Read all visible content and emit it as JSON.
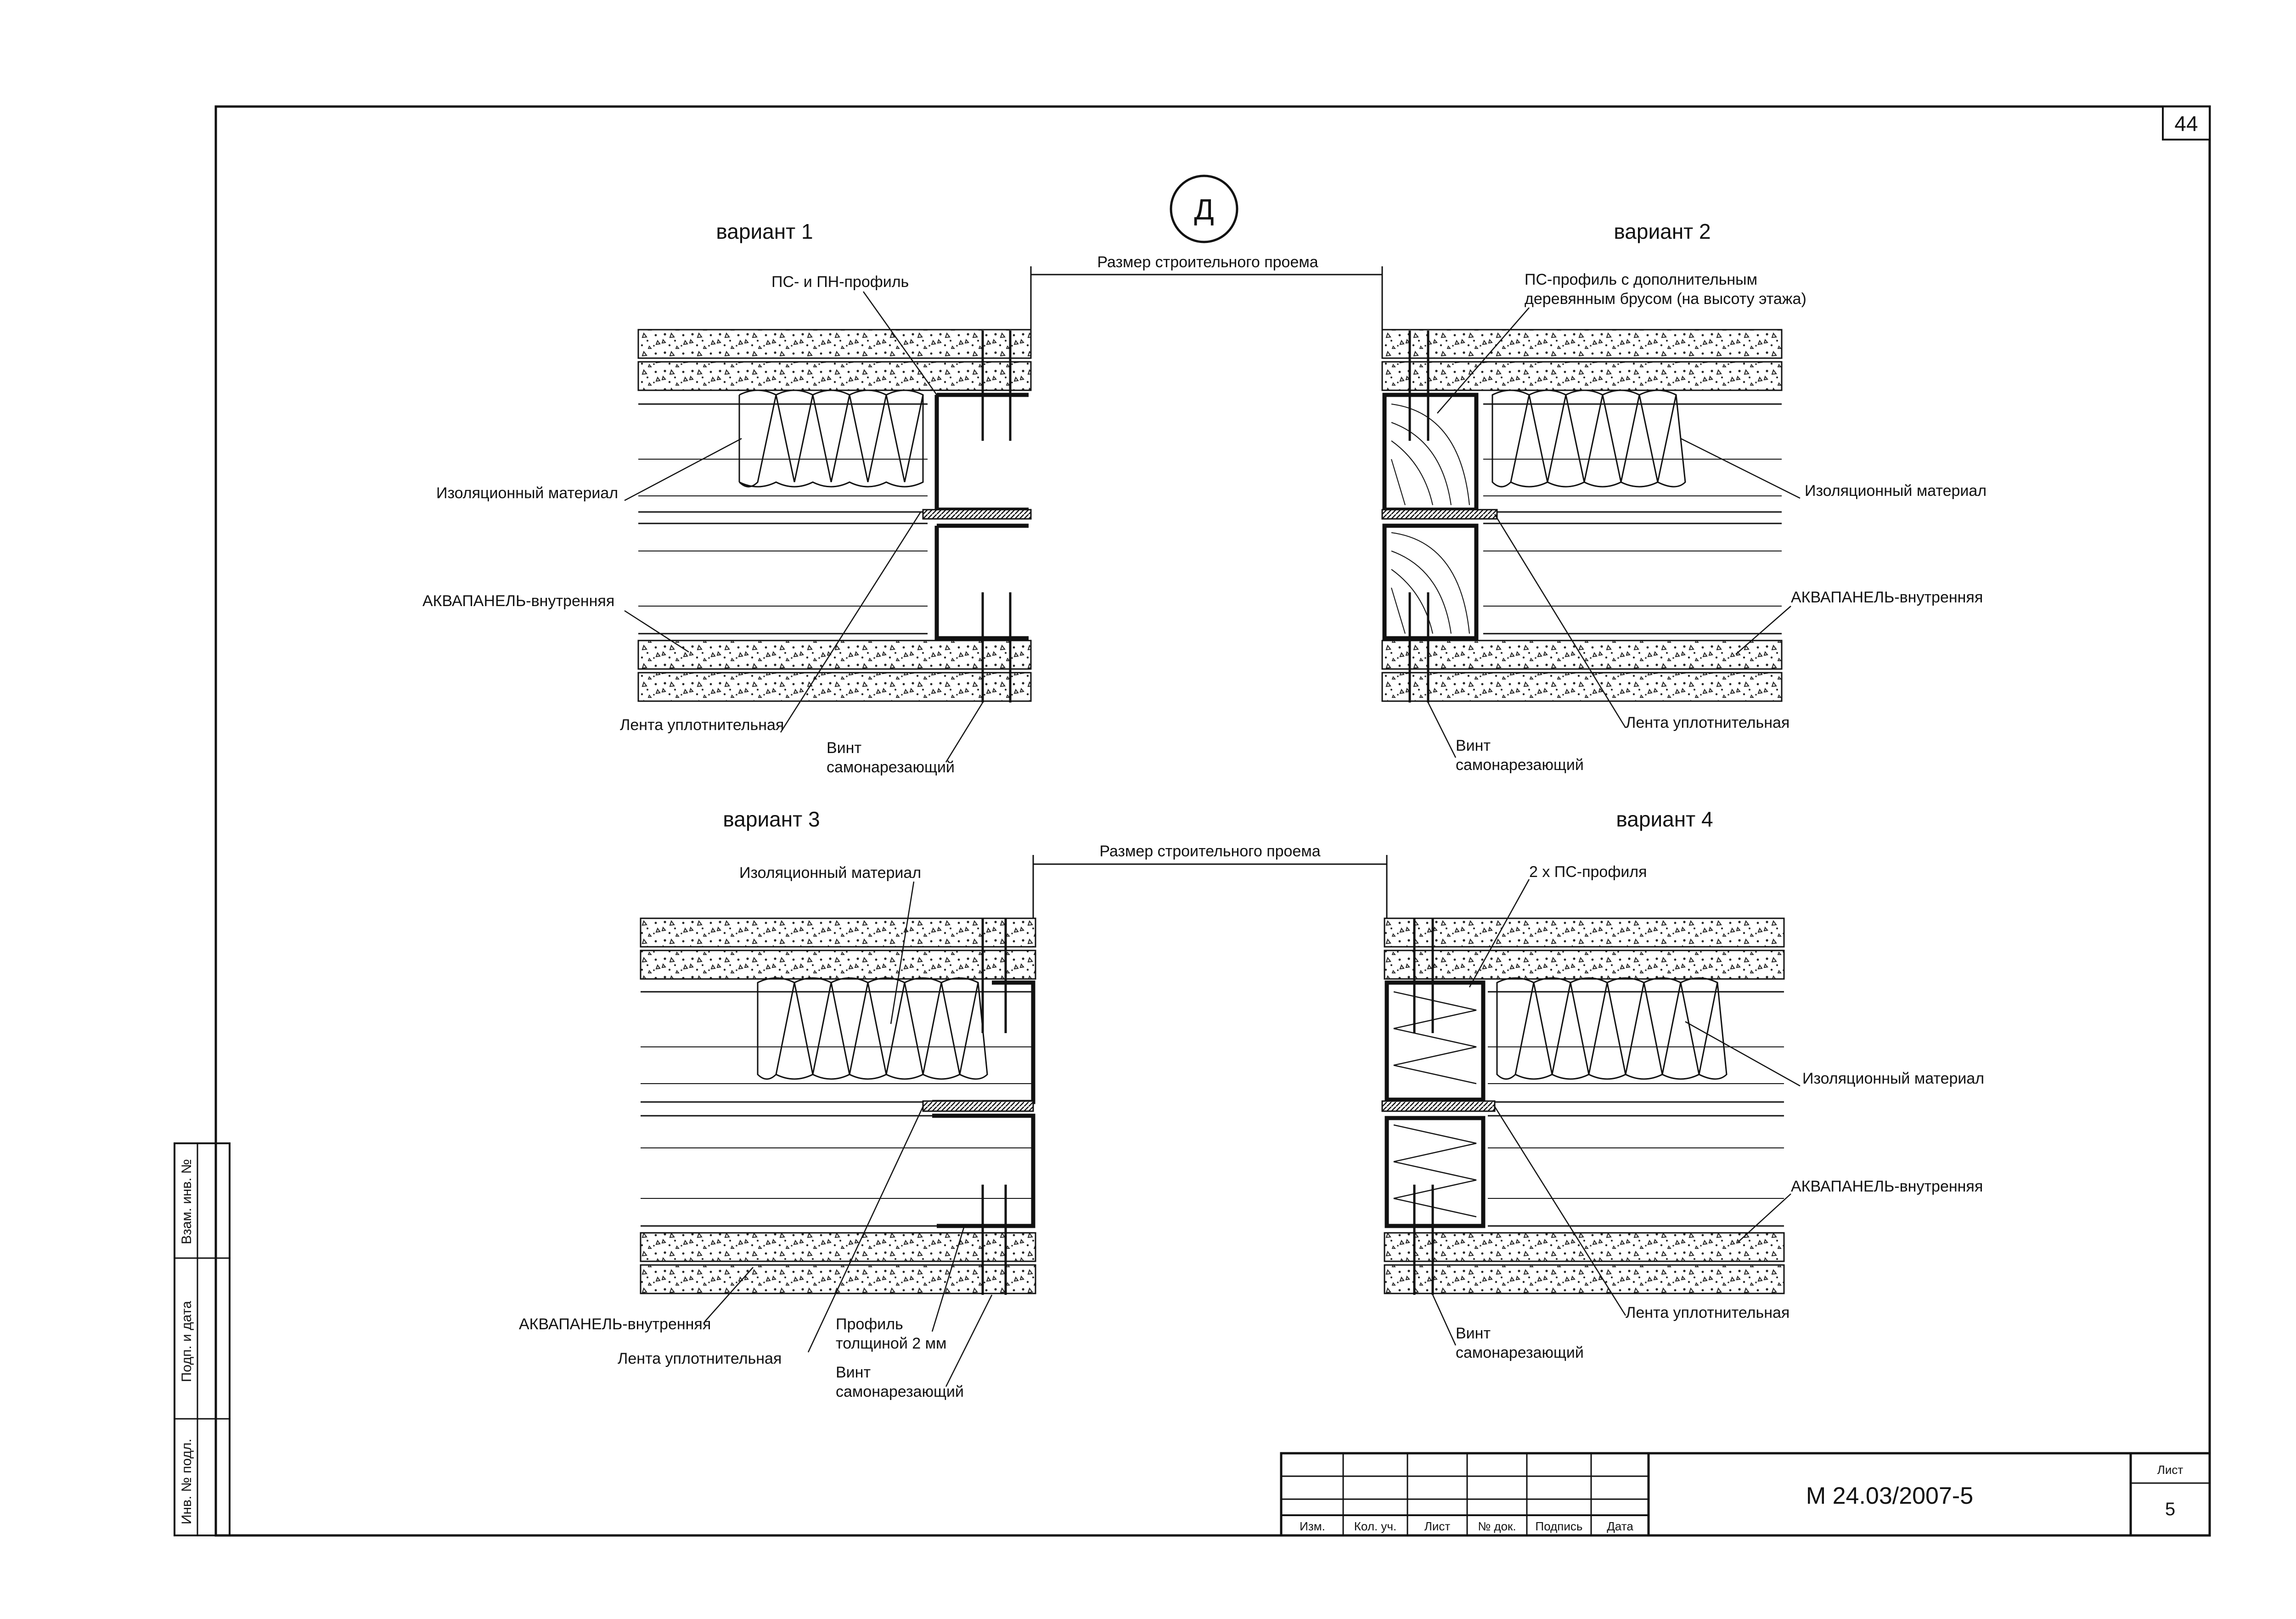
{
  "sheet_number": "44",
  "section_mark": "Д",
  "opening_label": "Размер строительного проема",
  "variants": {
    "v1": {
      "title": "вариант 1",
      "profile_label": "ПС- и ПН-профиль",
      "insulation_label": "Изоляционный материал",
      "panel_label": "АКВАПАНЕЛЬ-внутренняя",
      "tape_label": "Лента уплотнительная",
      "screw_label_1": "Винт",
      "screw_label_2": "самонарезающий"
    },
    "v2": {
      "title": "вариант 2",
      "profile_label_1": "ПС-профиль с дополнительным",
      "profile_label_2": "деревянным брусом (на высоту этажа)",
      "insulation_label": "Изоляционный материал",
      "panel_label": "АКВАПАНЕЛЬ-внутренняя",
      "tape_label": "Лента уплотнительная",
      "screw_label_1": "Винт",
      "screw_label_2": "самонарезающий"
    },
    "v3": {
      "title": "вариант 3",
      "insulation_label": "Изоляционный материал",
      "panel_label": "АКВАПАНЕЛЬ-внутренняя",
      "tape_label": "Лента уплотнительная",
      "profile_label_1": "Профиль",
      "profile_label_2": "толщиной 2 мм",
      "screw_label_1": "Винт",
      "screw_label_2": "самонарезающий"
    },
    "v4": {
      "title": "вариант 4",
      "profile_label": "2 х ПС-профиля",
      "insulation_label": "Изоляционный материал",
      "panel_label": "АКВАПАНЕЛЬ-внутренняя",
      "tape_label": "Лента уплотнительная",
      "screw_label_1": "Винт",
      "screw_label_2": "самонарезающий"
    }
  },
  "side_stamp": {
    "field_1": "Взам. инв. №",
    "field_2": "Подп. и дата",
    "field_3": "Инв. № подл."
  },
  "title_block": {
    "col_izm": "Изм.",
    "col_kol": "Кол. уч.",
    "col_list": "Лист",
    "col_doc": "№ док.",
    "col_sign": "Подпись",
    "col_date": "Дата",
    "doc_code": "М 24.03/2007-5",
    "sheet_label": "Лист",
    "sheet_value": "5"
  }
}
